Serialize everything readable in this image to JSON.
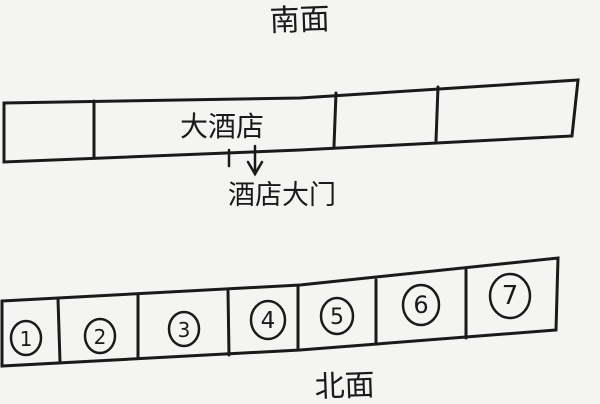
{
  "labels": {
    "south": "南面",
    "north": "北面",
    "hotel": "大酒店",
    "hotel_gate": "酒店大门"
  },
  "north_units": [
    "1",
    "2",
    "3",
    "4",
    "5",
    "6",
    "7"
  ],
  "ink_color": "#1a1a1a",
  "paper_color": "#f4f4f2"
}
